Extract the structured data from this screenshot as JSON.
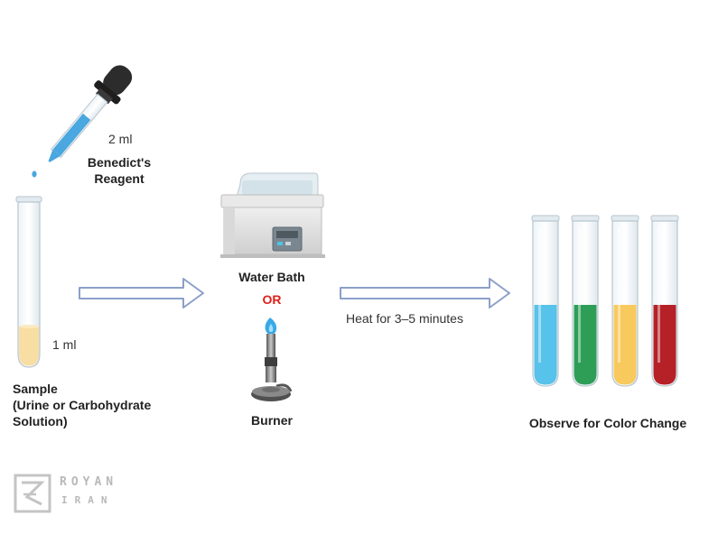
{
  "step1": {
    "reagent_volume": "2 ml",
    "reagent_name_line1": "Benedict's",
    "reagent_name_line2": "Reagent",
    "sample_volume": "1 ml",
    "sample_line1": "Sample",
    "sample_line2": "(Urine or Carbohydrate",
    "sample_line3": "Solution)"
  },
  "step2": {
    "water_bath": "Water Bath",
    "or": "OR",
    "burner": "Burner",
    "heat_instruction": "Heat for 3–5 minutes"
  },
  "step3": {
    "observe": "Observe for Color Change",
    "tube_colors": [
      "#57c2ea",
      "#2e9e57",
      "#f8c95c",
      "#b52127"
    ]
  },
  "colors": {
    "reagent_blue": "#4aa7df",
    "sample_yellow": "#f8dea3",
    "arrow_outline": "#8c9fc9",
    "flame_blue": "#3aa9e8"
  },
  "watermark": {
    "line1": "ROYAN",
    "line2": "IRAN"
  }
}
